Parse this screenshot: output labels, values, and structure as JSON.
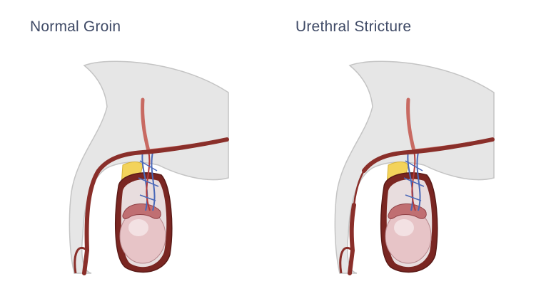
{
  "panels": [
    {
      "title": "Normal Groin",
      "variant": "normal"
    },
    {
      "title": "Urethral Stricture",
      "variant": "stricture"
    }
  ],
  "colors": {
    "title": "#3f4a66",
    "body": "#e6e6e6",
    "body_outline": "#b9b9b9",
    "urethra": "#8a2f2a",
    "urethra_light": "#c86a62",
    "fat": "#f3d35b",
    "testis": "#e7c4c7",
    "vessel_blue": "#4a68b8",
    "vessel_red": "#b23a3a",
    "scrotum_wall": "#6b2320"
  }
}
